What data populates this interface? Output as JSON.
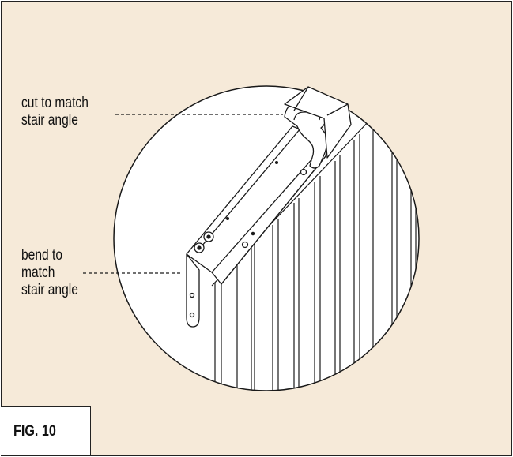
{
  "figure": {
    "label": "FIG. 10"
  },
  "callouts": {
    "cut": {
      "line1": "cut to match",
      "line2": "stair angle"
    },
    "bend": {
      "line1": "bend to",
      "line2": "match",
      "line3": "stair angle"
    }
  },
  "colors": {
    "background": "#f6ead9",
    "line": "#1a1a1a",
    "fig_box": "#ffffff"
  }
}
